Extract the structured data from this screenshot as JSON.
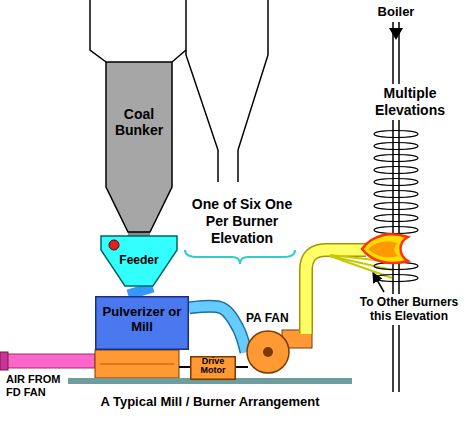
{
  "diagram": {
    "caption": "A Typical Mill / Burner Arrangement",
    "nodes": [
      {
        "text": [
          "Coal Bunker"
        ]
      },
      {
        "text": [
          "Feeder"
        ]
      },
      {
        "text": [
          "Pulverizer or Mill"
        ]
      },
      {
        "text": [
          "Drive Motor"
        ]
      },
      {
        "text": [
          "PA FAN"
        ]
      }
    ],
    "edges": [
      {
        "from": 0,
        "to": 1,
        "arrow": "none"
      },
      {
        "from": 1,
        "to": 2,
        "arrow": "none"
      },
      {
        "from": 2,
        "to": 4,
        "arrow": "none"
      }
    ],
    "labels": [
      "AIR FROM FD FAN",
      "One of Six One Per Burner Elevation",
      "Boiler",
      "Multiple Elevations",
      "To Other Burners this Elevation"
    ]
  }
}
